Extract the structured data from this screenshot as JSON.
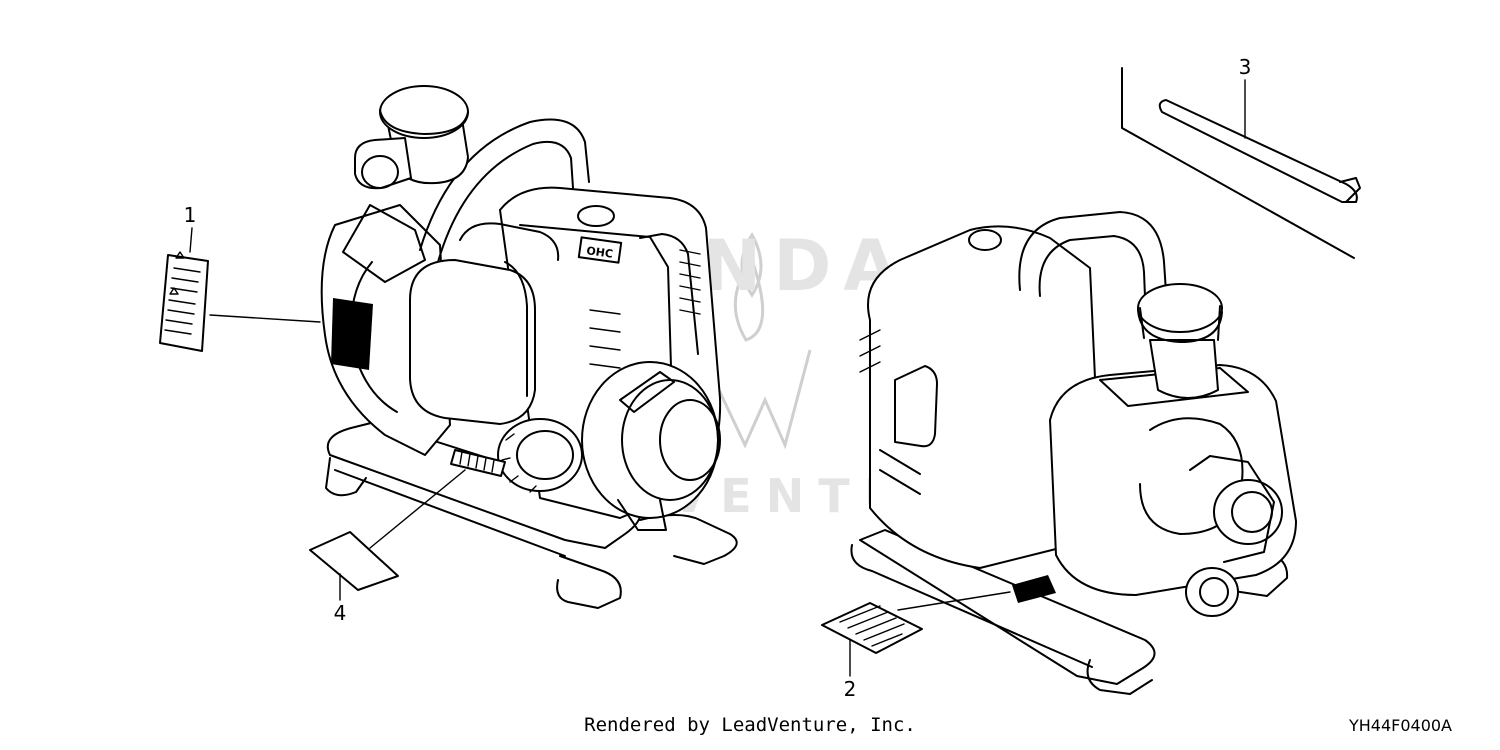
{
  "diagram": {
    "callouts": [
      {
        "id": "1",
        "label": "1"
      },
      {
        "id": "2",
        "label": "2"
      },
      {
        "id": "3",
        "label": "3"
      },
      {
        "id": "4",
        "label": "4"
      }
    ],
    "engine_badge": "OHC",
    "watermark": {
      "line1": "HONDA",
      "line2": "LEADVENTURE"
    },
    "footer_text": "Rendered by LeadVenture, Inc.",
    "drawing_code": "YH44F0400A"
  }
}
